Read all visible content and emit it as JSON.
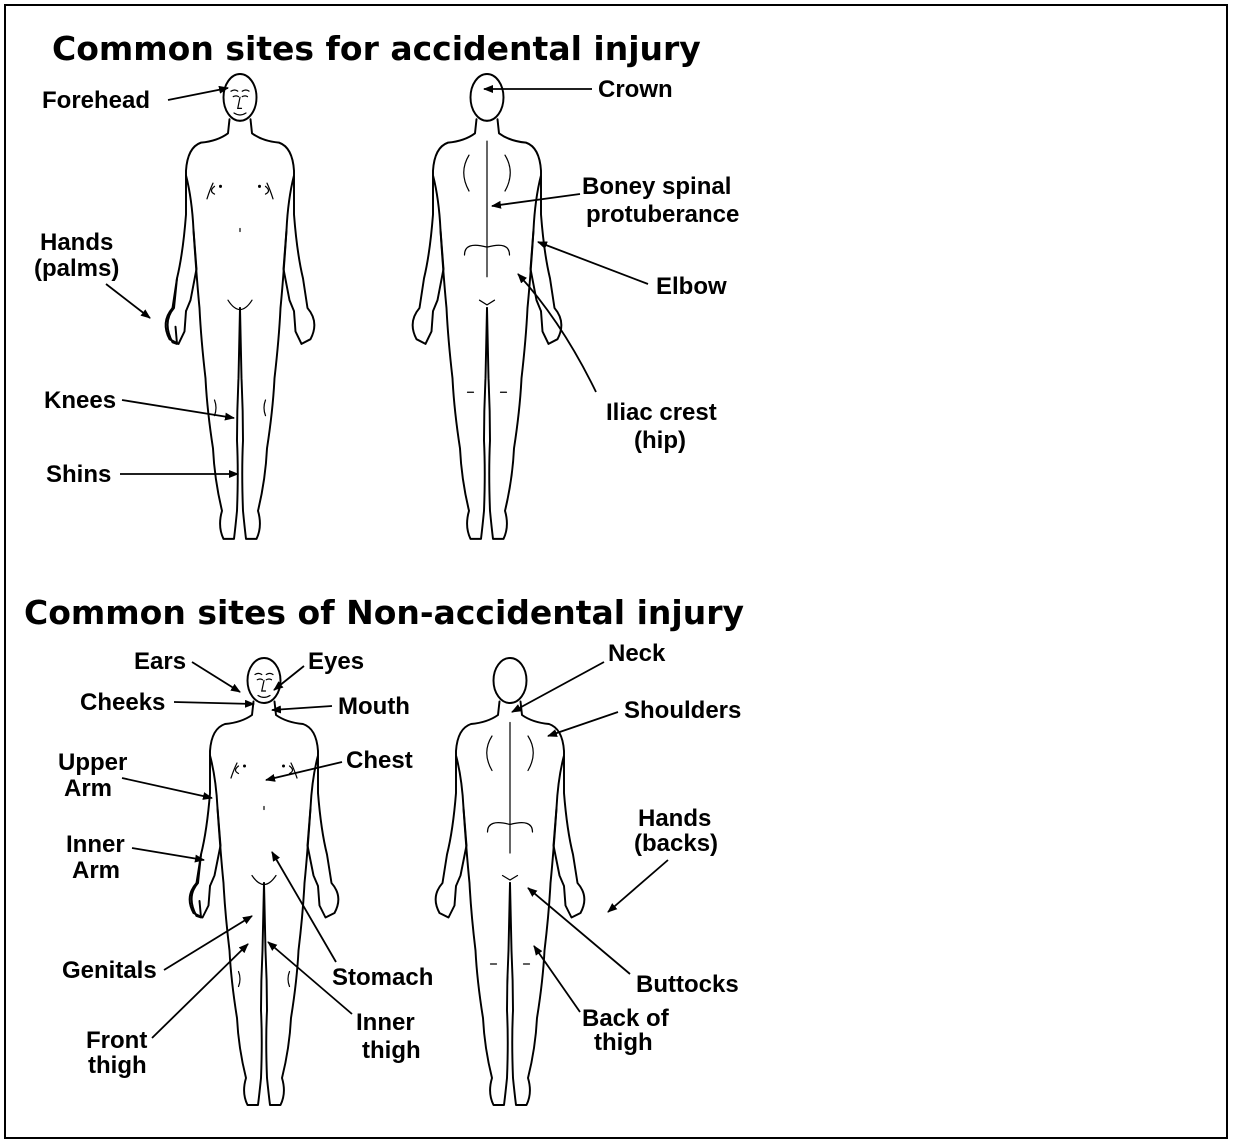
{
  "sections": [
    {
      "title": "Common sites for accidental injury",
      "labels": {
        "forehead": "Forehead",
        "crown": "Crown",
        "hands_palms_1": "Hands",
        "hands_palms_2": "(palms)",
        "boney_1": "Boney spinal",
        "boney_2": "protuberance",
        "elbow": "Elbow",
        "knees": "Knees",
        "shins": "Shins",
        "iliac_1": "Iliac crest",
        "iliac_2": "(hip)"
      }
    },
    {
      "title": "Common sites of Non-accidental injury",
      "labels": {
        "ears": "Ears",
        "eyes": "Eyes",
        "neck": "Neck",
        "cheeks": "Cheeks",
        "mouth": "Mouth",
        "shoulders": "Shoulders",
        "upper_arm_1": "Upper",
        "upper_arm_2": "Arm",
        "chest": "Chest",
        "inner_arm_1": "Inner",
        "inner_arm_2": "Arm",
        "hands_backs_1": "Hands",
        "hands_backs_2": "(backs)",
        "genitals": "Genitals",
        "stomach": "Stomach",
        "buttocks": "Buttocks",
        "front_thigh_1": "Front",
        "front_thigh_2": "thigh",
        "inner_thigh_1": "Inner",
        "inner_thigh_2": "thigh",
        "back_thigh_1": "Back of",
        "back_thigh_2": "thigh"
      }
    }
  ]
}
